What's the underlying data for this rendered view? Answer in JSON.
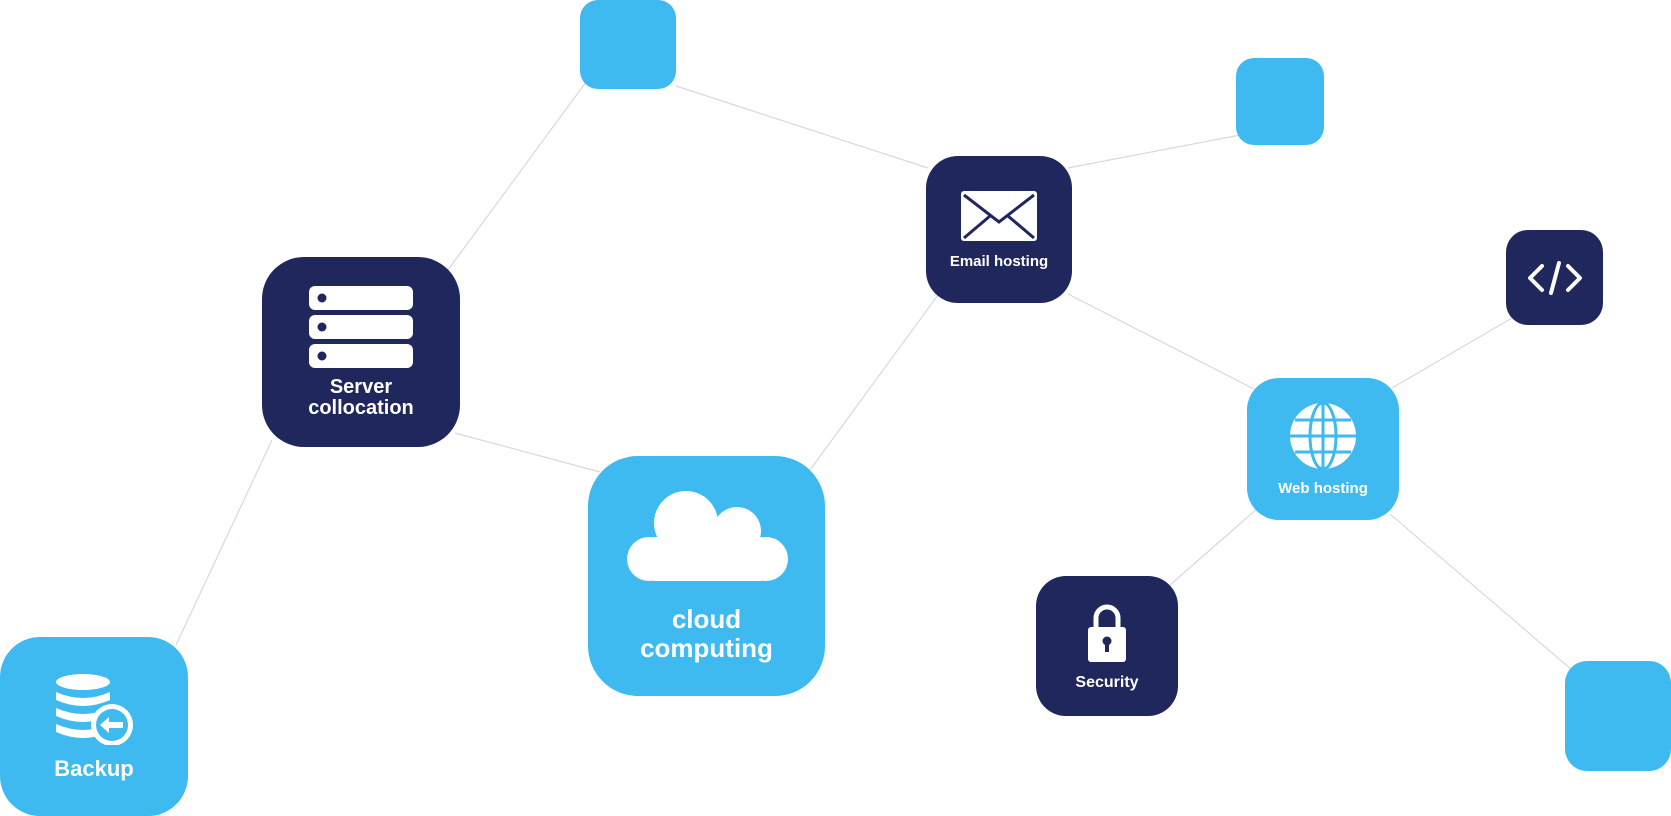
{
  "colors": {
    "dark_node": "#1f275c",
    "light_node": "#3ebaf1",
    "link": "#d6d9df"
  },
  "nodes": {
    "server": {
      "label_line1": "Server",
      "label_line2": "collocation",
      "icon": "server-rack-icon"
    },
    "cloud": {
      "label_line1": "cloud",
      "label_line2": "computing",
      "icon": "cloud-icon"
    },
    "email": {
      "label": "Email hosting",
      "icon": "envelope-icon"
    },
    "web": {
      "label": "Web hosting",
      "icon": "globe-icon"
    },
    "security": {
      "label": "Security",
      "icon": "padlock-icon"
    },
    "code": {
      "icon": "code-icon"
    },
    "backup": {
      "label": "Backup",
      "icon": "database-restore-icon"
    }
  }
}
